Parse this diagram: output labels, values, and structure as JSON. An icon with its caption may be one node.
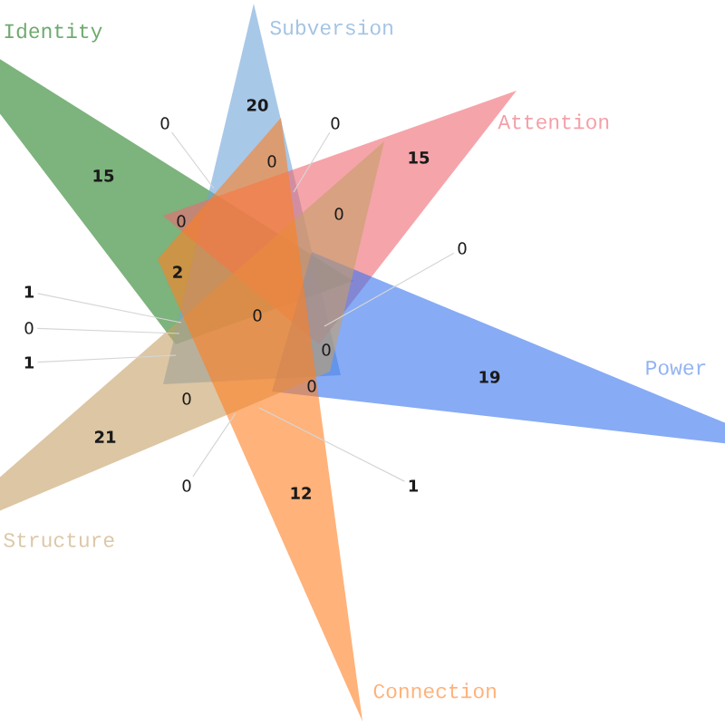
{
  "diagram": {
    "nodes": [
      {
        "text": [
          "Identity"
        ]
      },
      {
        "text": [
          "Subversion"
        ]
      },
      {
        "text": [
          "Attention"
        ]
      },
      {
        "text": [
          "Power"
        ]
      },
      {
        "text": [
          "Structure"
        ]
      },
      {
        "text": [
          "Connection"
        ]
      },
      {
        "text": [
          "0"
        ]
      },
      {
        "text": [
          "0"
        ]
      },
      {
        "text": [
          "0"
        ]
      },
      {
        "text": [
          "1"
        ]
      },
      {
        "text": [
          "0"
        ]
      },
      {
        "text": [
          "1"
        ]
      },
      {
        "text": [
          "0"
        ]
      },
      {
        "text": [
          "1"
        ]
      }
    ],
    "edges": [
      {
        "from": 6,
        "to": 1,
        "arrow": "none"
      },
      {
        "from": 7,
        "to": 1,
        "arrow": "none"
      },
      {
        "from": 8,
        "to": 1,
        "arrow": "none"
      },
      {
        "from": 9,
        "to": 1,
        "arrow": "none"
      },
      {
        "from": 10,
        "to": 1,
        "arrow": "none"
      },
      {
        "from": 11,
        "to": 1,
        "arrow": "none"
      },
      {
        "from": 12,
        "to": 5,
        "arrow": "none"
      },
      {
        "from": 13,
        "to": 5,
        "arrow": "none"
      }
    ],
    "labels": [
      "20",
      "15",
      "0",
      "15",
      "0",
      "0",
      "2",
      "0",
      "0",
      "19",
      "0",
      "0",
      "21",
      "12"
    ]
  }
}
